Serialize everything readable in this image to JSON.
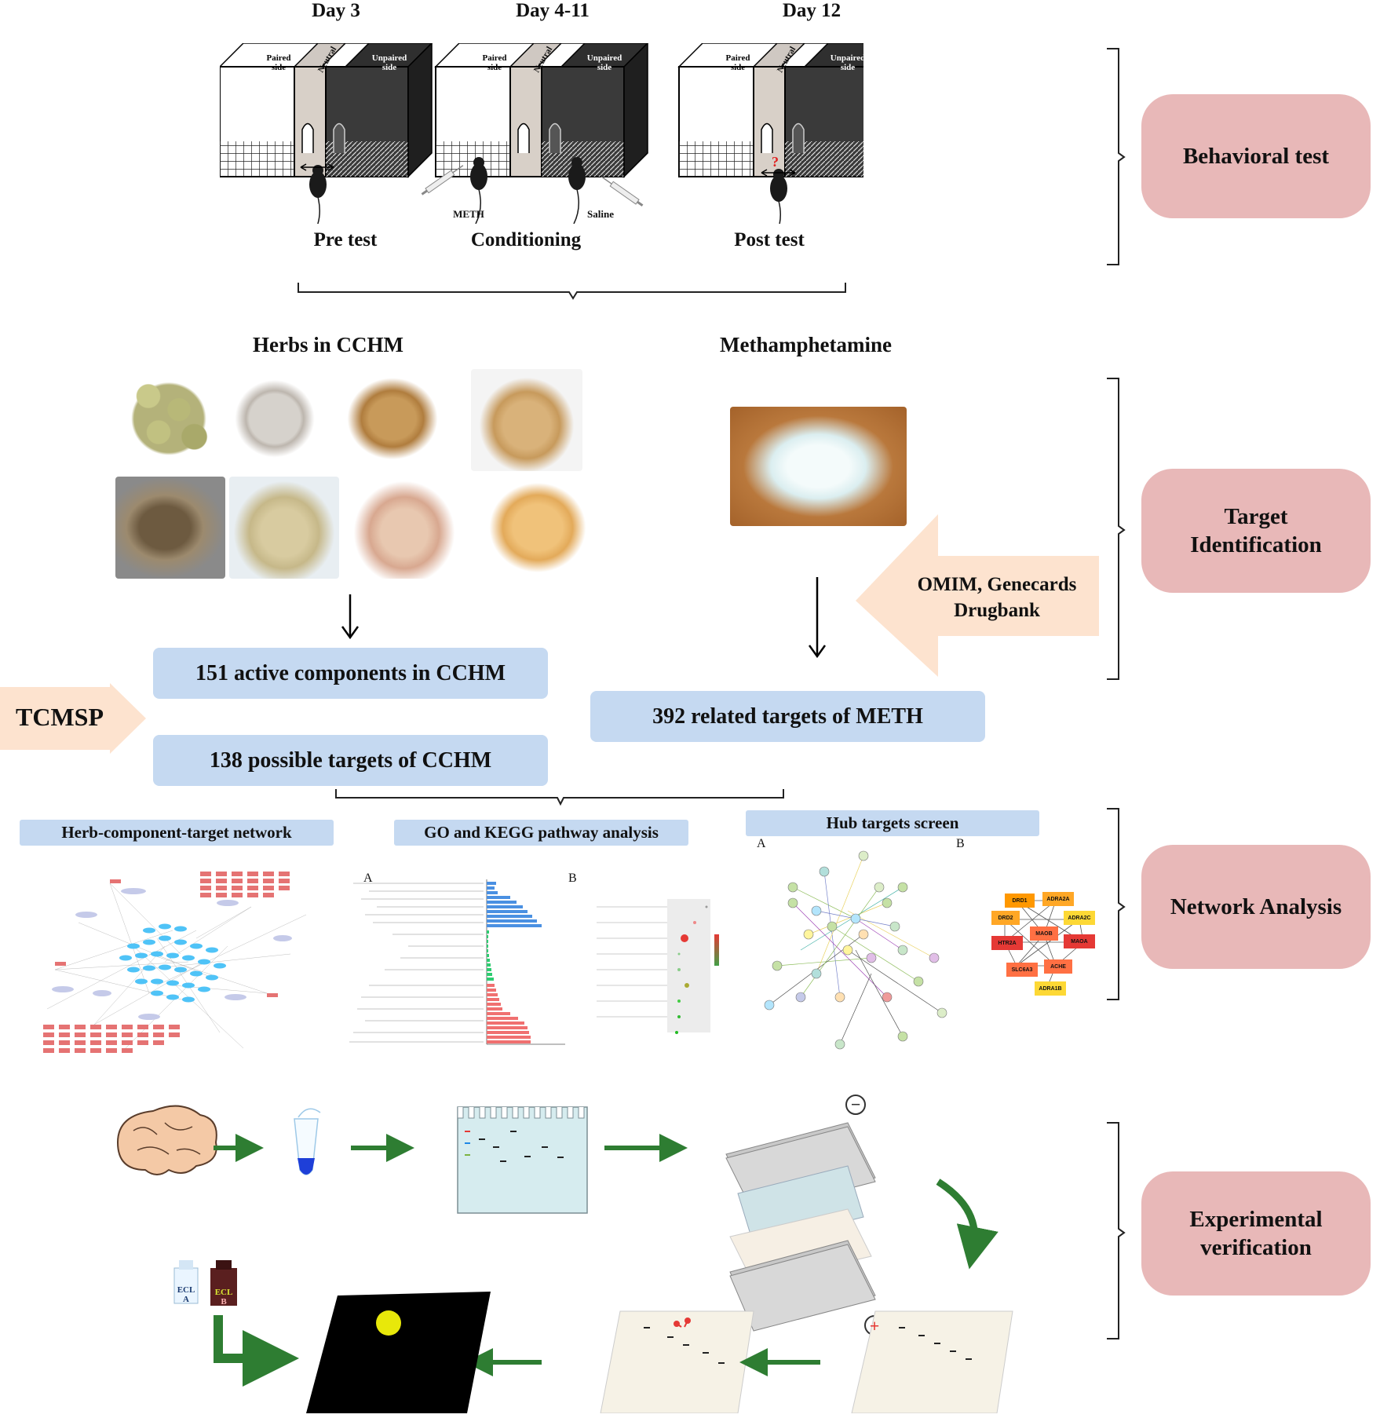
{
  "behavioral": {
    "days": [
      "Day 3",
      "Day 4-11",
      "Day  12"
    ],
    "stages": [
      "Pre test",
      "Conditioning",
      "Post test"
    ],
    "box_labels": {
      "paired": "Paired side",
      "neutral": "Neutral",
      "unpaired": "Unpaired side"
    },
    "paired_l1": "Paired",
    "paired_l2": "side",
    "unpaired_l1": "Unpaired",
    "unpaired_l2": "side",
    "neutral": "Neutral",
    "meth": "METH",
    "saline": "Saline",
    "question_mark": "?"
  },
  "side_labels": {
    "behavioral": "Behavioral test",
    "target_l1": "Target",
    "target_l2": "Identification",
    "network": "Network Analysis",
    "exp_l1": "Experimental",
    "exp_l2": "verification"
  },
  "herbs_title": "Herbs  in  CCHM",
  "meth_title": "Methamphetamine",
  "databases_l1": "OMIM, Genecards",
  "databases_l2": "Drugbank",
  "tcmsp": "TCMSP",
  "boxes": {
    "active_components": "151 active components  in  CCHM",
    "possible_targets": "138 possible  targets of CCHM",
    "meth_targets": "392 related targets of METH"
  },
  "network_tabs": {
    "hct": "Herb-component-target  network",
    "go": "GO  and  KEGG  pathway  analysis",
    "hub": "Hub targets screen"
  },
  "panel_letters": {
    "a": "A",
    "b": "B"
  },
  "hub_genes": [
    "DRD1",
    "ADRA2A",
    "DRD2",
    "ADRA2C",
    "MAOB",
    "HTR2A",
    "MAOA",
    "SLC6A3",
    "ACHE",
    "ADRA1B"
  ],
  "ecl": {
    "a_l1": "ECL",
    "a_l2": "A",
    "b_l1": "ECL",
    "b_l2": "B"
  },
  "electrodes": {
    "minus": "−",
    "plus": "+"
  },
  "colors": {
    "side_box": "#e8b8b8",
    "blue_box": "#c5d9f1",
    "arrow_peach": "#fde3cf",
    "green_arrow": "#2e7d32"
  }
}
